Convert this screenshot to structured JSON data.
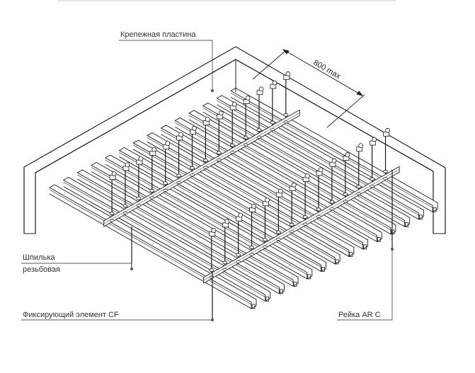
{
  "labels": {
    "mounting_plate": "Крепежная пластина",
    "threaded_rod_line1": "Шпилька",
    "threaded_rod_line2": "резьбовая",
    "fixing_element": "Фиксирующий элемент CF",
    "rail": "Рейка AR C"
  },
  "dimension": {
    "text": "800 max"
  },
  "colors": {
    "line": "#1a1a1a",
    "leader": "#555555",
    "background": "#ffffff"
  },
  "components": {
    "carrier_rails": 2,
    "profile_rails": 14
  }
}
